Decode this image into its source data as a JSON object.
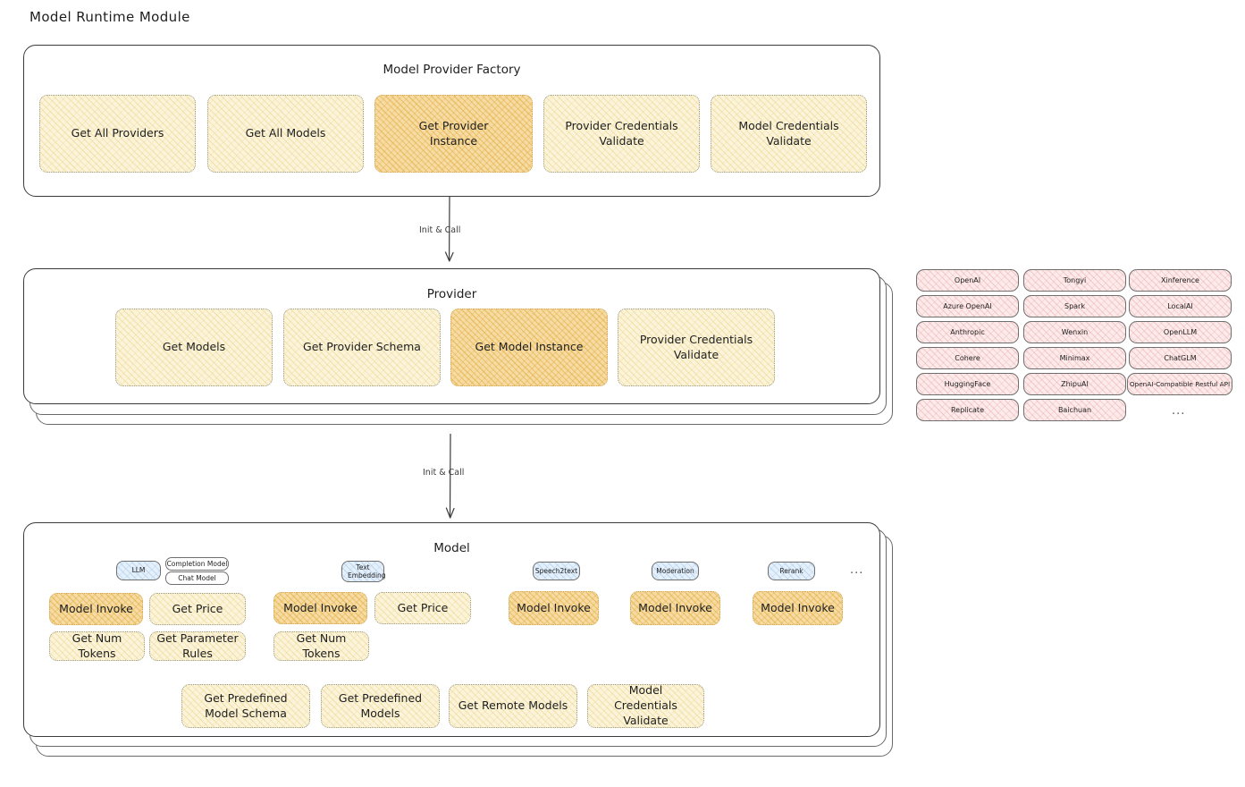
{
  "page": {
    "title": "Model Runtime Module"
  },
  "factory": {
    "title": "Model Provider Factory",
    "boxes": [
      {
        "label": "Get All Providers",
        "highlight": false
      },
      {
        "label": "Get All Models",
        "highlight": false
      },
      {
        "label": "Get Provider Instance",
        "highlight": true
      },
      {
        "label": "Provider Credentials Validate",
        "highlight": false
      },
      {
        "label": "Model Credentials Validate",
        "highlight": false
      }
    ]
  },
  "connector1": {
    "label": "Init & Call"
  },
  "provider": {
    "title": "Provider",
    "boxes": [
      {
        "label": "Get Models",
        "highlight": false
      },
      {
        "label": "Get Provider Schema",
        "highlight": false
      },
      {
        "label": "Get Model Instance",
        "highlight": true
      },
      {
        "label": "Provider Credentials Validate",
        "highlight": false
      }
    ]
  },
  "provider_list": {
    "columns": [
      [
        "OpenAI",
        "Azure OpenAI",
        "Anthropic",
        "Cohere",
        "HuggingFace",
        "Replicate"
      ],
      [
        "Tongyi",
        "Spark",
        "Wenxin",
        "Minimax",
        "ZhipuAI",
        "Baichuan"
      ],
      [
        "Xinference",
        "LocalAI",
        "OpenLLM",
        "ChatGLM",
        "OpenAI-Compatible Restful API"
      ]
    ],
    "more": "..."
  },
  "connector2": {
    "label": "Init & Call"
  },
  "model": {
    "title": "Model",
    "more": "...",
    "types": [
      {
        "name": "LLM",
        "subtypes": [
          "Completion Model",
          "Chat Model"
        ],
        "ops": [
          {
            "label": "Model Invoke",
            "highlight": true
          },
          {
            "label": "Get Price",
            "highlight": false
          },
          {
            "label": "Get Num Tokens",
            "highlight": false
          },
          {
            "label": "Get Parameter Rules",
            "highlight": false
          }
        ]
      },
      {
        "name": "Text Embedding",
        "subtypes": [],
        "ops": [
          {
            "label": "Model Invoke",
            "highlight": true
          },
          {
            "label": "Get Price",
            "highlight": false
          },
          {
            "label": "Get Num Tokens",
            "highlight": false
          }
        ]
      },
      {
        "name": "Speech2text",
        "subtypes": [],
        "ops": [
          {
            "label": "Model Invoke",
            "highlight": true
          }
        ]
      },
      {
        "name": "Moderation",
        "subtypes": [],
        "ops": [
          {
            "label": "Model Invoke",
            "highlight": true
          }
        ]
      },
      {
        "name": "Rerank",
        "subtypes": [],
        "ops": [
          {
            "label": "Model Invoke",
            "highlight": true
          }
        ]
      }
    ],
    "common_ops": [
      "Get Predefined Model Schema",
      "Get Predefined Models",
      "Get Remote Models",
      "Model Credentials Validate"
    ]
  },
  "colors": {
    "box_fill": "#fbf4da",
    "box_fill_highlight": "#f6dca4",
    "provider_chip_fill": "#fdeaea",
    "model_type_chip_fill": "#e5f0fb",
    "stroke": "#1e1e1e"
  }
}
